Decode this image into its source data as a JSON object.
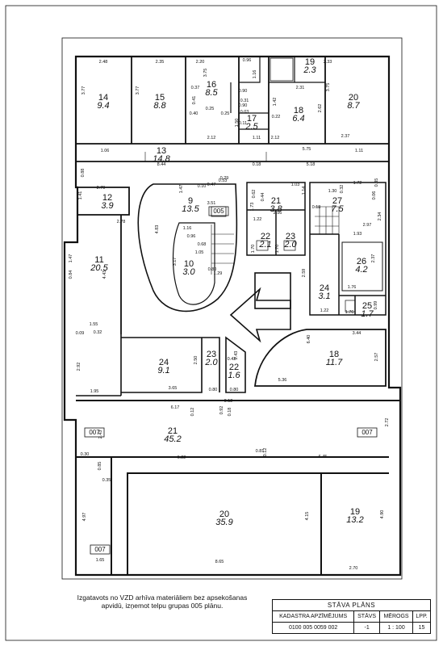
{
  "rooms": [
    {
      "num": "14",
      "area": "9.4"
    },
    {
      "num": "15",
      "area": "8.8"
    },
    {
      "num": "16",
      "area": "8.5"
    },
    {
      "num": "17",
      "area": "2.5"
    },
    {
      "num": "18",
      "area": "6.4"
    },
    {
      "num": "19",
      "area": "2.3"
    },
    {
      "num": "20",
      "area": "8.7"
    },
    {
      "num": "13",
      "area": "14.8"
    },
    {
      "num": "12",
      "area": "3.9"
    },
    {
      "num": "11",
      "area": "20.5"
    },
    {
      "num": "9",
      "area": "13.5"
    },
    {
      "num": "10",
      "area": "3.0"
    },
    {
      "num": "21",
      "area": "3.8"
    },
    {
      "num": "22",
      "area": "2.1"
    },
    {
      "num": "23",
      "area": "2.0"
    },
    {
      "num": "27",
      "area": "7.5"
    },
    {
      "num": "26",
      "area": "4.2"
    },
    {
      "num": "24",
      "area": "3.1"
    },
    {
      "num": "25",
      "area": "1.7"
    },
    {
      "num": "18",
      "area": "11.7"
    },
    {
      "num": "24",
      "area": "9.1"
    },
    {
      "num": "23",
      "area": "2.0"
    },
    {
      "num": "22",
      "area": "1.6"
    },
    {
      "num": "21",
      "area": "45.2"
    },
    {
      "num": "20",
      "area": "35.9"
    },
    {
      "num": "19",
      "area": "13.2"
    }
  ],
  "groups": [
    "005",
    "007",
    "007",
    "007"
  ],
  "dims": [
    "2.48",
    "2.35",
    "2.20",
    "0.96",
    "1.16",
    "2.33",
    "3.77",
    "3.77",
    "3.75",
    "0.37",
    "0.41",
    "0.40",
    "0.25",
    "0.25",
    "0.90",
    "0.31",
    "0.90",
    "0.03",
    "0.11",
    "1.50",
    "1.42",
    "0.22",
    "2.62",
    "3.75",
    "2.31",
    "2.12",
    "1.11",
    "2.12",
    "2.37",
    "1.06",
    "5.75",
    "1.11",
    "8.44",
    "0.18",
    "5.18",
    "2.79",
    "1.41",
    "0.88",
    "2.78",
    "4.83",
    "1.47",
    "0.10",
    "0.47",
    "0.29",
    "0.53",
    "3.51",
    "1.16",
    "0.96",
    "0.68",
    "1.05",
    "3.17",
    "0.80",
    "1.29",
    "4.43",
    "0.84",
    "1.47",
    "1.55",
    "0.32",
    "0.09",
    "2.92",
    "1.95",
    "3.65",
    "2.50",
    "0.80",
    "2.43",
    "0.43",
    "0.80",
    "0.12",
    "6.17",
    "2.43",
    "2.72",
    "0.30",
    "0.85",
    "0.35",
    "6.22",
    "0.81",
    "0.12",
    "6.45",
    "4.97",
    "4.15",
    "4.90",
    "1.65",
    "8.65",
    "2.70",
    "0.62",
    "1.73",
    "1.22",
    "1.70",
    "1.70",
    "2.56",
    "1.03",
    "0.44",
    "1.14",
    "1.30",
    "1.72",
    "0.32",
    "0.35",
    "0.06",
    "2.34",
    "2.97",
    "1.93",
    "0.18",
    "2.37",
    "2.59",
    "1.76",
    "1.22",
    "1.76",
    "0.99",
    "3.44",
    "6.40",
    "2.57",
    "5.36",
    "0.12",
    "0.92",
    "0.18"
  ],
  "note": "Izgatavots no VZD arhīva materiāliem bez apsekošanas apvidū, izņemot telpu grupas 005 plānu.",
  "stamp": {
    "title": "STĀVA PLĀNS",
    "h_cadastre": "KADASTRA APZĪMĒJUMS",
    "h_floor": "STĀVS",
    "h_scale": "MĒROGS",
    "h_page": "LPP.",
    "cadastre": "0100 005 0059 002",
    "floor": "-1",
    "scale": "1 : 100",
    "page": "15"
  }
}
